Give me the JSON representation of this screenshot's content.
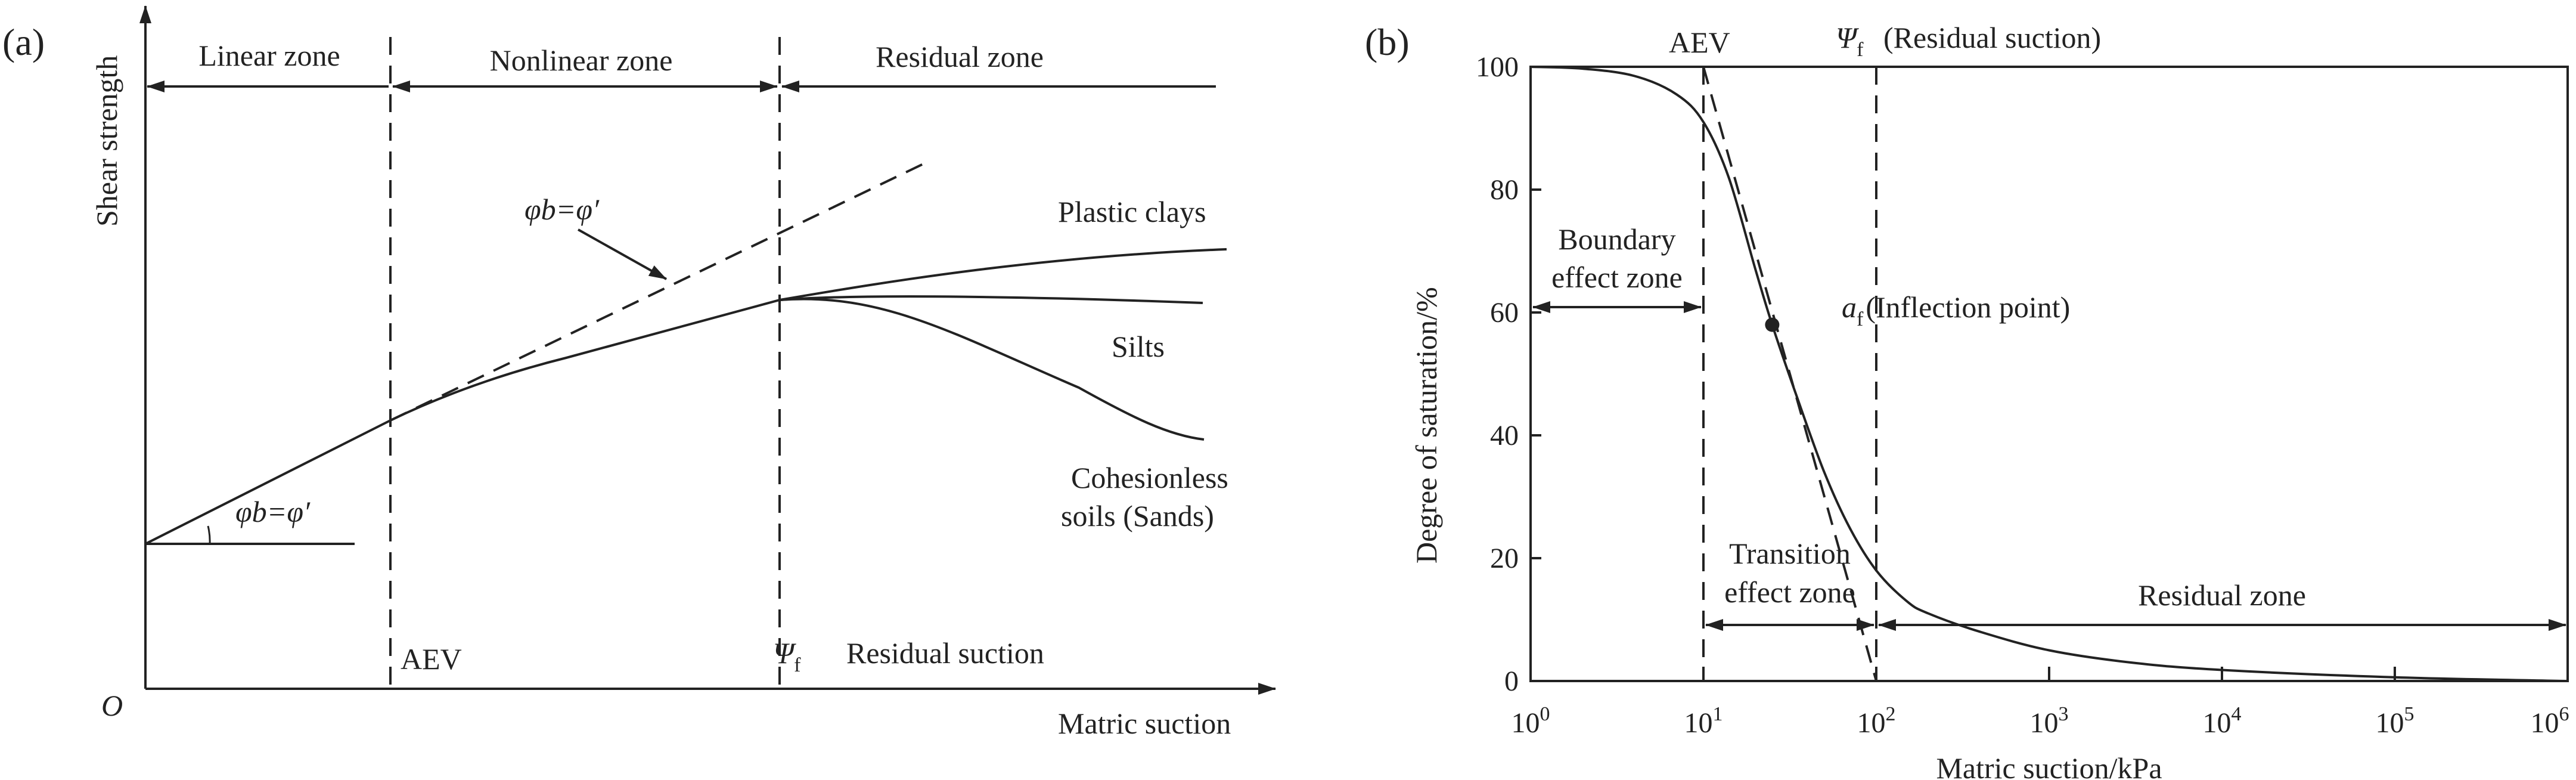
{
  "panel_a": {
    "label": "(a)",
    "y_axis_label": "Shear strength",
    "x_axis_label": "Matric suction",
    "origin_label": "O",
    "zones": {
      "linear": "Linear zone",
      "nonlinear": "Nonlinear zone",
      "residual": "Residual zone"
    },
    "slope_label_top": "φb=φ′",
    "slope_label_bottom": "φb=φ′",
    "aev_label": "AEV",
    "psi_symbol": "Ψ",
    "psi_sub": "f",
    "residual_suction_label": "Residual suction",
    "curves": {
      "plastic_clays": "Plastic clays",
      "silts": "Silts",
      "cohesionless_1": "Cohesionless",
      "cohesionless_2": "soils (Sands)"
    }
  },
  "panel_b": {
    "label": "(b)",
    "y_axis_label": "Degree of saturation/%",
    "x_axis_label": "Matric suction/kPa",
    "y_ticks": [
      "100",
      "80",
      "60",
      "40",
      "20",
      "0"
    ],
    "x_tick_base": "10",
    "x_tick_exps": [
      "0",
      "1",
      "2",
      "3",
      "4",
      "5",
      "6"
    ],
    "aev_label": "AEV",
    "psi_symbol": "Ψ",
    "psi_sub": "f",
    "residual_suction_label": "(Residual suction)",
    "boundary_1": "Boundary",
    "boundary_2": "effect zone",
    "transition_1": "Transition",
    "transition_2": "effect zone",
    "residual_zone": "Residual zone",
    "inflection_symbol": "a",
    "inflection_sub": "f",
    "inflection_label": "(Inflection point)"
  },
  "chart_data": {
    "type": "line",
    "x_scale": "log",
    "xlim": [
      1,
      1000000
    ],
    "ylim": [
      0,
      100
    ],
    "xlabel": "Matric suction/kPa",
    "ylabel": "Degree of saturation/%",
    "x": [
      1,
      2,
      4,
      7,
      10,
      14,
      20,
      25,
      35,
      50,
      70,
      100,
      150,
      200,
      400,
      1000,
      3000,
      10000,
      100000,
      1000000
    ],
    "series": [
      {
        "values": [
          100,
          99.7,
          98.5,
          95.5,
          91,
          82,
          67,
          58,
          46,
          34,
          25,
          18,
          13,
          11,
          8,
          5,
          3,
          1.8,
          0.6,
          0
        ]
      }
    ],
    "annotations": {
      "aev_x": 10,
      "residual_suction_x": 100,
      "inflection_point": [
        25,
        58
      ]
    }
  }
}
